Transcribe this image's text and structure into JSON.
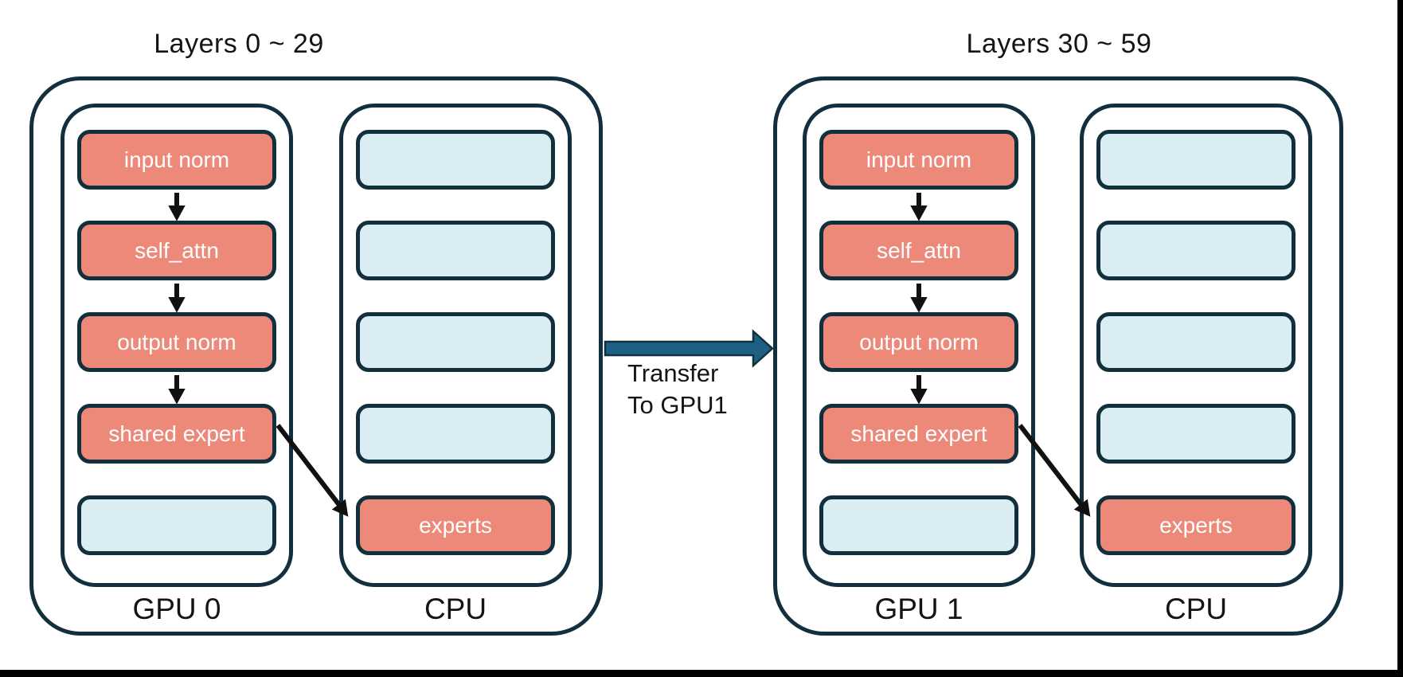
{
  "colors": {
    "border_navy": "#112f3d",
    "salmon": "#ed8979",
    "light_blue": "#d9edf3",
    "arrow_blue": "#1e6083",
    "arrow_black": "#111111",
    "text_white": "#ffffff",
    "text_black": "#141414",
    "frame_black": "#000000",
    "page_bg": "#ffffff"
  },
  "panels": [
    {
      "title": "Layers 0 ~ 29",
      "gpu": {
        "label": "GPU 0",
        "boxes": [
          {
            "label": "input norm",
            "type": "module"
          },
          {
            "label": "self_attn",
            "type": "module"
          },
          {
            "label": "output norm",
            "type": "module"
          },
          {
            "label": "shared expert",
            "type": "module"
          },
          {
            "label": "",
            "type": "empty-slot"
          }
        ]
      },
      "cpu": {
        "label": "CPU",
        "boxes": [
          {
            "label": "",
            "type": "empty-slot"
          },
          {
            "label": "",
            "type": "empty-slot"
          },
          {
            "label": "",
            "type": "empty-slot"
          },
          {
            "label": "",
            "type": "empty-slot"
          },
          {
            "label": "experts",
            "type": "module"
          }
        ]
      }
    },
    {
      "title": "Layers 30 ~ 59",
      "gpu": {
        "label": "GPU 1",
        "boxes": [
          {
            "label": "input norm",
            "type": "module"
          },
          {
            "label": "self_attn",
            "type": "module"
          },
          {
            "label": "output norm",
            "type": "module"
          },
          {
            "label": "shared expert",
            "type": "module"
          },
          {
            "label": "",
            "type": "empty-slot"
          }
        ]
      },
      "cpu": {
        "label": "CPU",
        "boxes": [
          {
            "label": "",
            "type": "empty-slot"
          },
          {
            "label": "",
            "type": "empty-slot"
          },
          {
            "label": "",
            "type": "empty-slot"
          },
          {
            "label": "",
            "type": "empty-slot"
          },
          {
            "label": "experts",
            "type": "module"
          }
        ]
      }
    }
  ],
  "transfer": {
    "line1": "Transfer",
    "line2": "To GPU1"
  }
}
